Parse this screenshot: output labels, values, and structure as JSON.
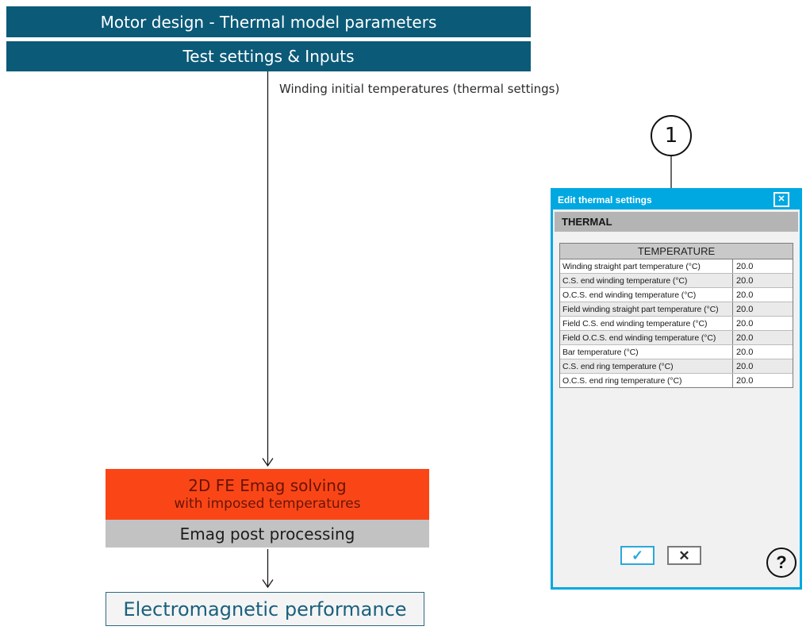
{
  "banners": {
    "title": "Motor design - Thermal model parameters",
    "subtitle": "Test settings & Inputs"
  },
  "flow": {
    "arrow_label": "Winding initial temperatures (thermal settings)",
    "solver_line1": "2D FE Emag solving",
    "solver_line2": "with imposed temperatures",
    "post_processing": "Emag post processing",
    "result": "Electromagnetic performance"
  },
  "annotation": {
    "number": "1"
  },
  "dialog": {
    "title": "Edit thermal settings",
    "section_header": "THERMAL",
    "table": {
      "header": "TEMPERATURE",
      "rows": [
        {
          "label": "Winding straight part temperature (°C)",
          "value": "20.0"
        },
        {
          "label": "C.S. end winding temperature (°C)",
          "value": "20.0"
        },
        {
          "label": "O.C.S. end winding temperature (°C)",
          "value": "20.0"
        },
        {
          "label": "Field winding straight part temperature (°C)",
          "value": "20.0"
        },
        {
          "label": "Field C.S. end winding temperature (°C)",
          "value": "20.0"
        },
        {
          "label": "Field O.C.S. end winding temperature (°C)",
          "value": "20.0"
        },
        {
          "label": "Bar temperature (°C)",
          "value": "20.0"
        },
        {
          "label": "C.S. end ring temperature (°C)",
          "value": "20.0"
        },
        {
          "label": "O.C.S. end ring temperature (°C)",
          "value": "20.0"
        }
      ]
    },
    "icons": {
      "close": "✕",
      "ok": "✓",
      "cancel": "✕",
      "help": "?"
    }
  },
  "colors": {
    "banner_teal": "#0b5a78",
    "dialog_cyan": "#00a8e1",
    "solver_orange": "#fa4616",
    "solver_text": "#691409",
    "post_gray": "#c2c2c2",
    "result_teal_text": "#1a607e",
    "table_header_gray": "#c9c9c9",
    "section_bar_gray": "#b4b4b4"
  }
}
